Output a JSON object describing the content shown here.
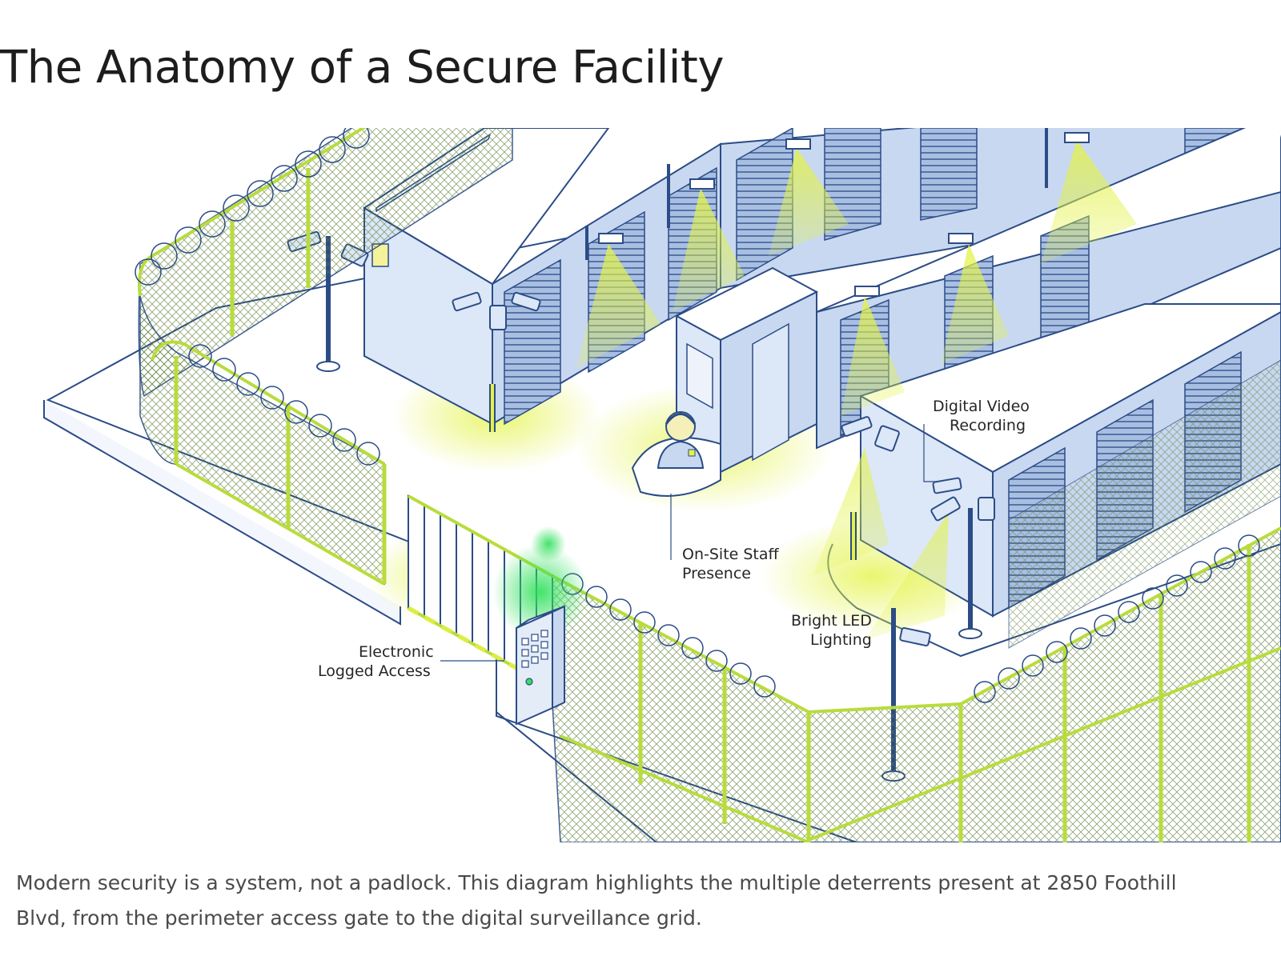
{
  "title": "The Anatomy of a Secure Facility",
  "callouts": {
    "dvr": [
      "Digital Video",
      "Recording"
    ],
    "staff": [
      "On-Site Staff",
      "Presence"
    ],
    "led": [
      "Bright LED",
      "Lighting"
    ],
    "access": [
      "Electronic",
      "Logged Access"
    ]
  },
  "caption": "Modern security is a system, not a padlock. This diagram highlights the multiple deterrents present at 2850 Foothill Blvd, from the perimeter access gate to the digital surveillance grid.",
  "colors": {
    "line": "#2b4c86",
    "roof": "#ffffff",
    "wall": "#dbe6f6",
    "door": "#a7bde0",
    "fence_post": "#b8dc3c",
    "fence_mesh": "#5f7f3a",
    "light_glow": "#e6f55a",
    "access_glow": "#36e05a"
  }
}
